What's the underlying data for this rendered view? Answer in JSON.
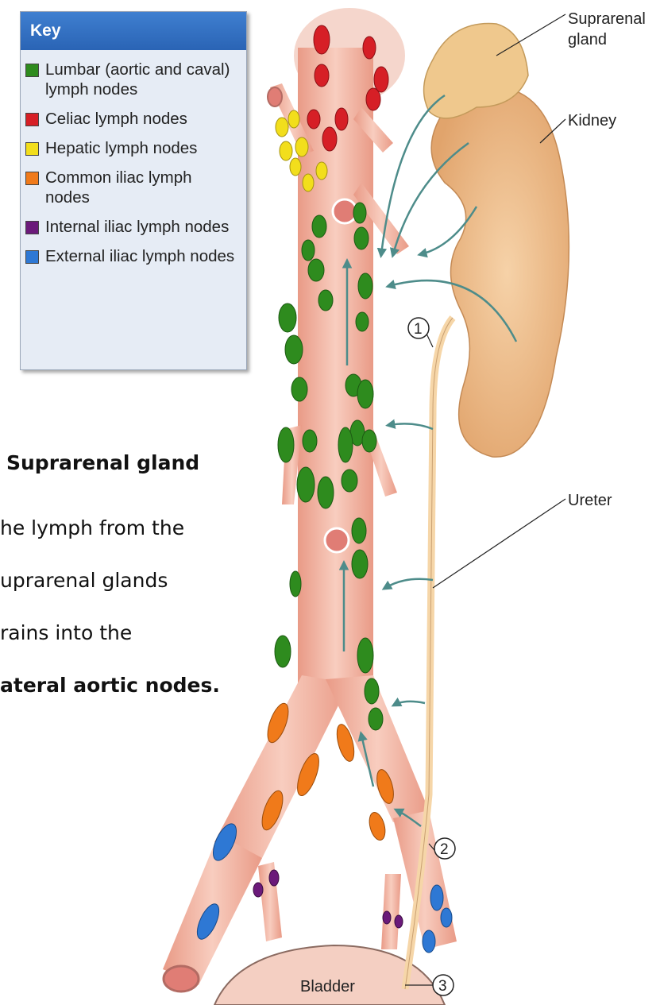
{
  "key": {
    "title": "Key",
    "items": [
      {
        "label": "Lumbar (aortic and caval) lymph nodes",
        "color": "#2e8b1e"
      },
      {
        "label": "Celiac lymph nodes",
        "color": "#d61f26"
      },
      {
        "label": "Hepatic lymph nodes",
        "color": "#f2de1c"
      },
      {
        "label": "Common iliac lymph nodes",
        "color": "#f07a1a"
      },
      {
        "label": "Internal iliac lymph nodes",
        "color": "#6b1a7a"
      },
      {
        "label": "External iliac lymph nodes",
        "color": "#2e78d4"
      }
    ]
  },
  "note": {
    "title": "Suprarenal gland",
    "line1": "he lymph from the",
    "line2": "uprarenal glands",
    "line3": "rains into the",
    "line4": "ateral aortic nodes."
  },
  "labels": {
    "suprarenal": "Suprarenal gland",
    "kidney": "Kidney",
    "ureter": "Ureter",
    "bladder": "Bladder",
    "n1": "1",
    "n2": "2",
    "n3": "3"
  },
  "colors": {
    "vessel": "#f2b7a3",
    "kidney": "#eab37c",
    "gland": "#efc88d",
    "ureter": "#f6d6a8",
    "arrow": "#4d8c8a"
  }
}
